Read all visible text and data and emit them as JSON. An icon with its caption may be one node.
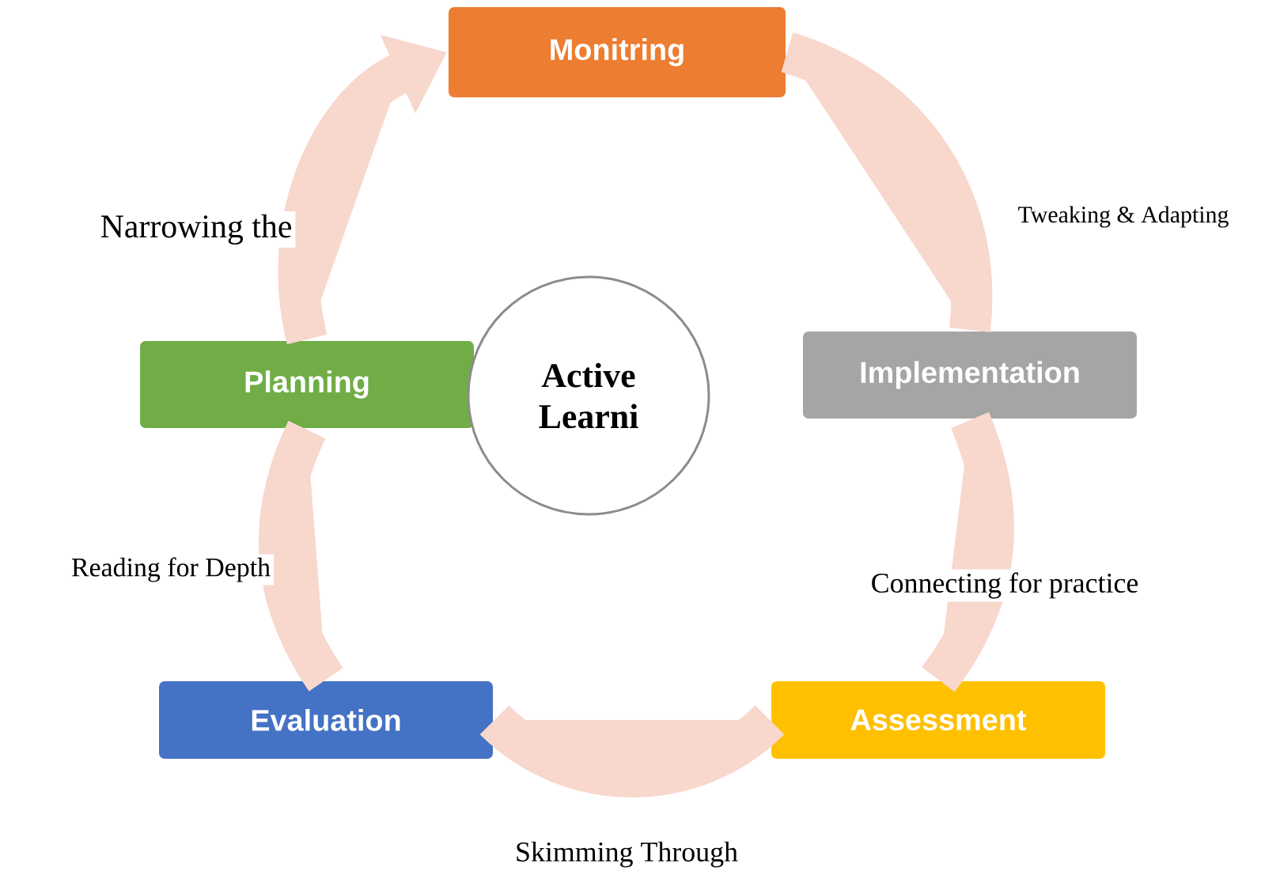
{
  "diagram": {
    "nodes": [
      {
        "text": [
          "Monitring"
        ]
      },
      {
        "text": [
          "Planning"
        ]
      },
      {
        "text": [
          "Active Learni"
        ]
      },
      {
        "text": [
          "Implementation"
        ]
      },
      {
        "text": [
          "Evaluation"
        ]
      },
      {
        "text": [
          "Assessment"
        ]
      }
    ],
    "edges": [
      {
        "from": 0,
        "to": 3,
        "arrow": "none"
      },
      {
        "from": 3,
        "to": 5,
        "arrow": "none"
      },
      {
        "from": 5,
        "to": 4,
        "arrow": "none"
      },
      {
        "from": 4,
        "to": 1,
        "arrow": "none"
      },
      {
        "from": 1,
        "to": 0,
        "arrow": "to"
      }
    ],
    "labels": [
      "Narrowing the",
      "Tweaking & Adapting",
      "Reading for Depth",
      "Connecting for practice",
      "Skimming Through"
    ]
  }
}
